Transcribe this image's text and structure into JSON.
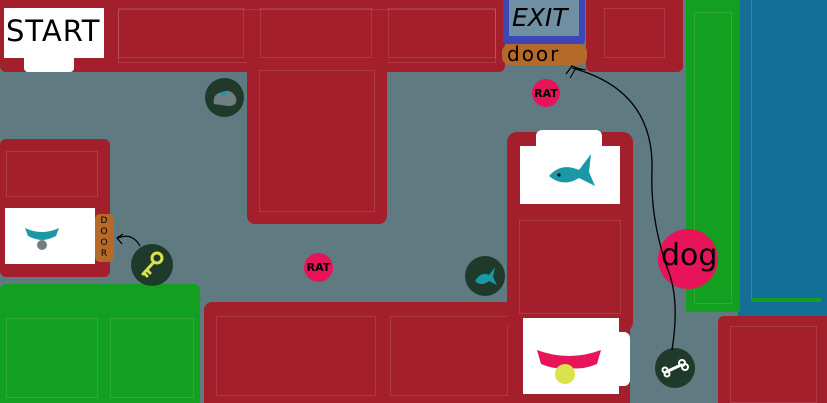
{
  "start_label": "START",
  "exit_label": "EXIT",
  "top_door_label": "door",
  "side_door_label": "DOOR",
  "rats": [
    "RAT",
    "RAT"
  ],
  "dog_label": "dog",
  "icons": {
    "fish_token": "fish-icon",
    "fish_card": "fish-icon",
    "key": "key-icon",
    "hat_card": "hat-icon",
    "collar_card": "collar-icon",
    "rock_token": "rock-icon",
    "bone": "bone-icon"
  },
  "colors": {
    "floor": "#5f7a80",
    "wall": "#a31f2b",
    "grass": "#13a020",
    "water": "#146f96",
    "rat": "#e8145a",
    "door": "#b56a2a",
    "exit_frame": "#3c46b4",
    "token": "#1f3a2a",
    "fish": "#1b98a6",
    "key": "#d9e34a"
  }
}
